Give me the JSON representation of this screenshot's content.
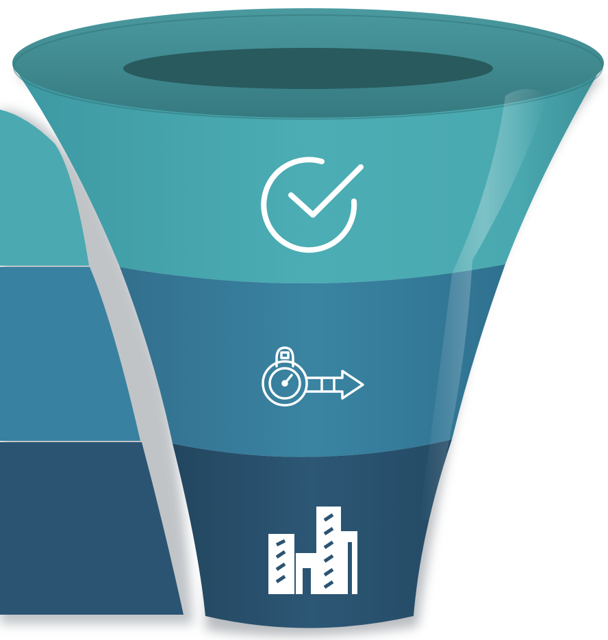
{
  "palette": {
    "background": "#ffffff",
    "stage_top": "#4ba9b1",
    "stage_top_rim": "#3f8b90",
    "stage_top_opening": "#2a5e62",
    "stage_middle": "#3981a0",
    "stage_bottom": "#2b5472",
    "icon_stroke": "#ffffff",
    "shadow": "#9aa0a6"
  },
  "funnel": {
    "stages": [
      {
        "id": "top",
        "icon": "check-circle-icon"
      },
      {
        "id": "middle",
        "icon": "stopwatch-arrow-icon"
      },
      {
        "id": "bottom",
        "icon": "bar-chart-icon"
      }
    ]
  }
}
